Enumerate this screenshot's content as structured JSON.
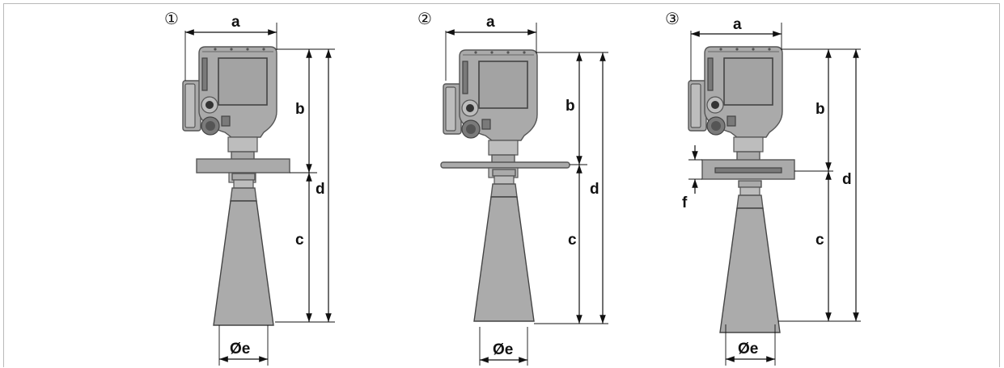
{
  "variants": [
    {
      "number": "①",
      "labels": {
        "a": "a",
        "b": "b",
        "c": "c",
        "d": "d",
        "e": "Øe"
      }
    },
    {
      "number": "②",
      "labels": {
        "a": "a",
        "b": "b",
        "c": "c",
        "d": "d",
        "e": "Øe"
      }
    },
    {
      "number": "③",
      "labels": {
        "a": "a",
        "b": "b",
        "c": "c",
        "d": "d",
        "e": "Øe",
        "f": "f"
      }
    }
  ]
}
